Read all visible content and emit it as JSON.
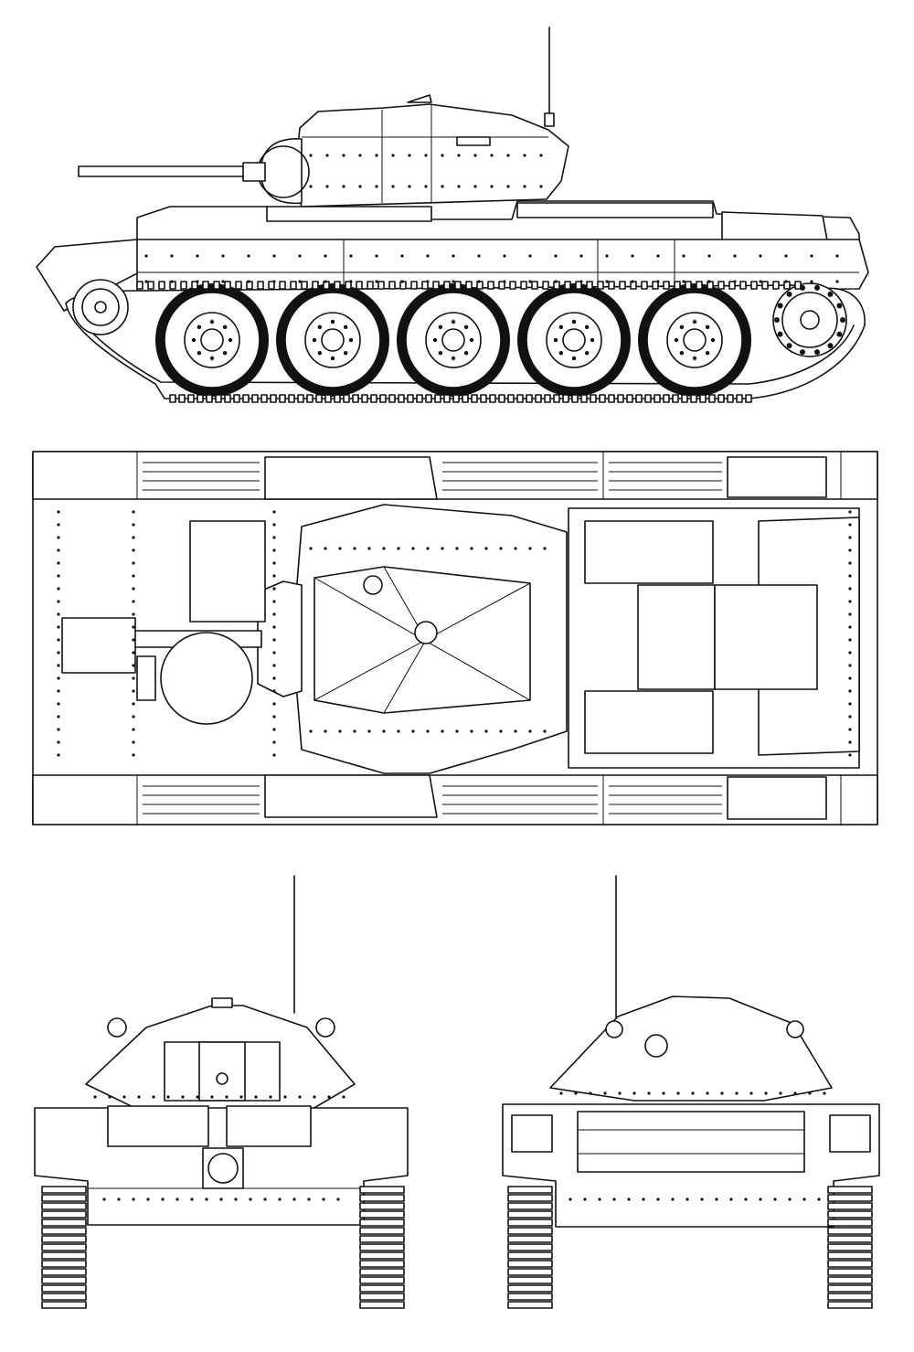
{
  "drawing": {
    "views": [
      {
        "id": "side",
        "label": ""
      },
      {
        "id": "top",
        "label": ""
      },
      {
        "id": "front",
        "label": ""
      },
      {
        "id": "rear",
        "label": ""
      }
    ],
    "colors": {
      "line": "#111111",
      "paper": "#ffffff"
    }
  }
}
